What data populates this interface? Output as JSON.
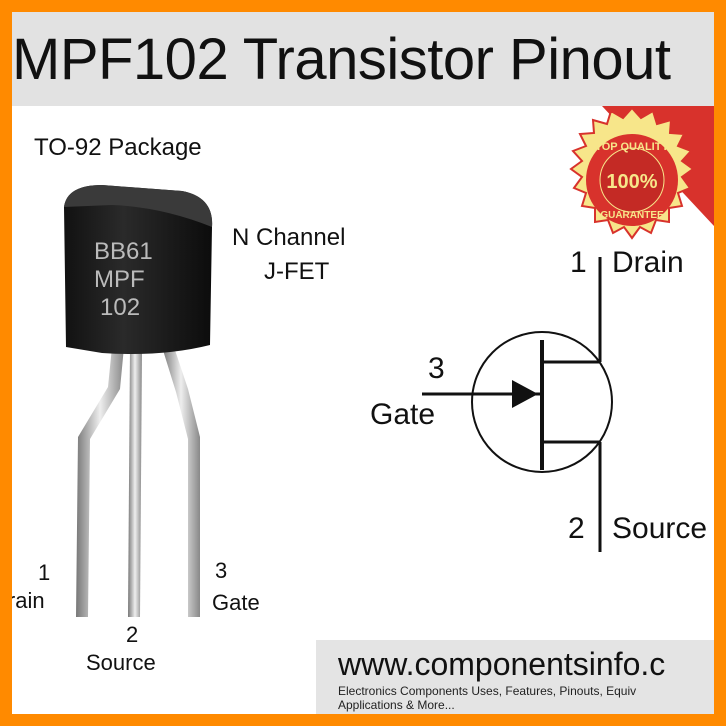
{
  "title": "MPF102 Transistor Pinout",
  "package_label": "TO-92 Package",
  "body_marking": [
    "BB61",
    "MPF",
    "102"
  ],
  "type_label": [
    "N Channel",
    "J-FET"
  ],
  "physical_pins": [
    {
      "number": "1",
      "name": "Drain"
    },
    {
      "number": "2",
      "name": "Source"
    },
    {
      "number": "3",
      "name": "Gate"
    }
  ],
  "symbol_pins": [
    {
      "number": "1",
      "name": "Drain"
    },
    {
      "number": "2",
      "name": "Source"
    },
    {
      "number": "3",
      "name": "Gate"
    }
  ],
  "footer": {
    "url": "www.componentsinfo.c",
    "tagline": "Electronics Components Uses, Features, Pinouts, Equiv",
    "tagline2": "Applications & More..."
  },
  "seal": {
    "top": "TOP QUALITY",
    "center": "100%",
    "bottom": "GUARANTEE"
  },
  "colors": {
    "border": "#ff8a00",
    "header": "#e2e2e2",
    "seal_red": "#d8322c",
    "seal_yellow": "#f7e68a"
  }
}
